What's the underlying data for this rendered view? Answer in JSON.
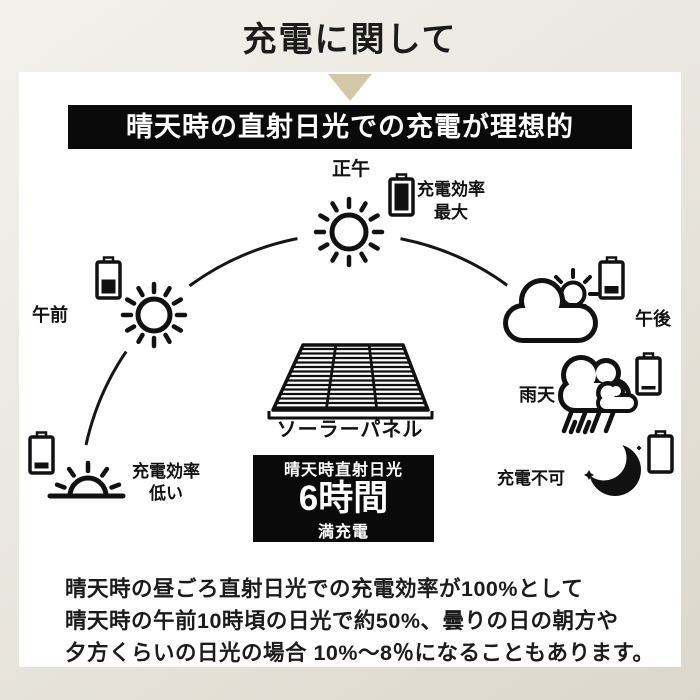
{
  "title": "充電に関して",
  "banner": "晴天時の直射日光での充電が理想的",
  "nodes": {
    "noon": {
      "label": "正午",
      "note1": "充電効率",
      "note2": "最大",
      "battery_level": "full"
    },
    "morning": {
      "label": "午前",
      "battery_level": "half"
    },
    "afternoon": {
      "label": "午後",
      "battery_level": "low"
    },
    "rainy": {
      "label": "雨天",
      "battery_level": "very-low"
    },
    "night": {
      "label": "充電不可",
      "battery_level": "empty"
    },
    "lowsun": {
      "note1": "充電効率",
      "note2": "低い",
      "battery_level": "very-low"
    }
  },
  "panel": {
    "label": "ソーラーパネル"
  },
  "infobox": {
    "line1": "晴天時直射日光",
    "line2": "6時間",
    "line3": "満充電"
  },
  "footer": {
    "line1": "晴天時の昼ごろ直射日光での充電効率が100%として",
    "line2": "晴天時の午前10時頃の日光で約50%、曇りの日の朝方や",
    "line3": "夕方くらいの日光の場合 10%〜8％になることもあります。"
  },
  "colors": {
    "background_top": "#f3f1ec",
    "background_bottom": "#dcd7cb",
    "card": "#ffffff",
    "accent_triangle": "#d5c8a9",
    "banner_bg": "#0a0a0a",
    "ink": "#111111"
  }
}
